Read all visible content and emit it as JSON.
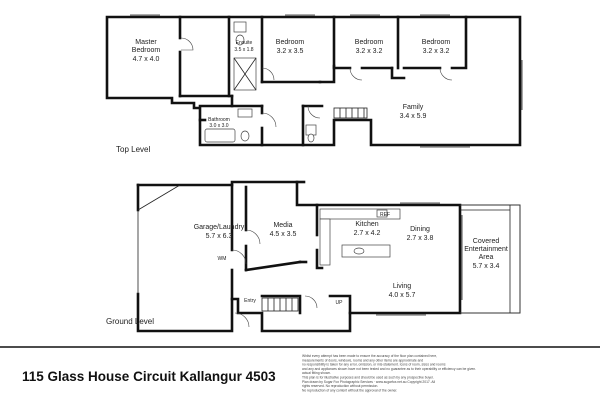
{
  "top_level": {
    "label": "Top Level",
    "rooms": {
      "master_bedroom": {
        "name_line1": "Master",
        "name_line2": "Bedroom",
        "size": "4.7 x 4.0"
      },
      "ensuite": {
        "name": "Ensuite",
        "size": "3.5 x 1.8"
      },
      "bedroom_1": {
        "name": "Bedroom",
        "size": "3.2 x 3.5"
      },
      "bedroom_2": {
        "name": "Bedroom",
        "size": "3.2 x 3.2"
      },
      "bedroom_3": {
        "name": "Bedroom",
        "size": "3.2 x 3.2"
      },
      "family": {
        "name": "Family",
        "size": "3.4 x 5.9"
      },
      "bathroom": {
        "name": "Bathroom",
        "size": "3.0 x 3.0"
      }
    }
  },
  "ground_level": {
    "label": "Ground Level",
    "rooms": {
      "garage": {
        "name": "Garage/Laundry",
        "size": "5.7 x 6.3"
      },
      "media": {
        "name": "Media",
        "size": "4.5 x 3.5"
      },
      "kitchen": {
        "name": "Kitchen",
        "size": "2.7 x 4.2"
      },
      "dining": {
        "name": "Dining",
        "size": "2.7 x 3.8"
      },
      "living": {
        "name": "Living",
        "size": "4.0 x 5.7"
      },
      "entertainment": {
        "name_line1": "Covered",
        "name_line2": "Entertainment",
        "name_line3": "Area",
        "size": "5.7 x 3.4"
      },
      "entry": {
        "name": "Entry"
      }
    },
    "fixture_labels": {
      "ref": "REF",
      "wm": "WM",
      "up": "UP"
    }
  },
  "footer": {
    "address": "115 Glass House Circuit Kallangur 4503",
    "disclaimer_lines": [
      "Whilst every attempt has been made to ensure the accuracy of the floor plan contained here,",
      "measurements of doors, windows, rooms and any other items are approximate and",
      "no responsibility is taken for any error, omission, or mis-statement. Icons of room, sizes and rooms",
      "and any and appliances shown have not been tested and no guarantee as to their operability or efficiency can be given.",
      "actual fitting shown.",
      "This plan is for illustrative purposes and should be used as such by any prospective buyer.",
      "Plan drawn by Sugar Fox Photographic Services · www.sugarfox.net.au Copyright 2017. All",
      "rights reserved. No reproduction without permission.",
      "No reproduction of any content without the approval of the owner."
    ]
  }
}
